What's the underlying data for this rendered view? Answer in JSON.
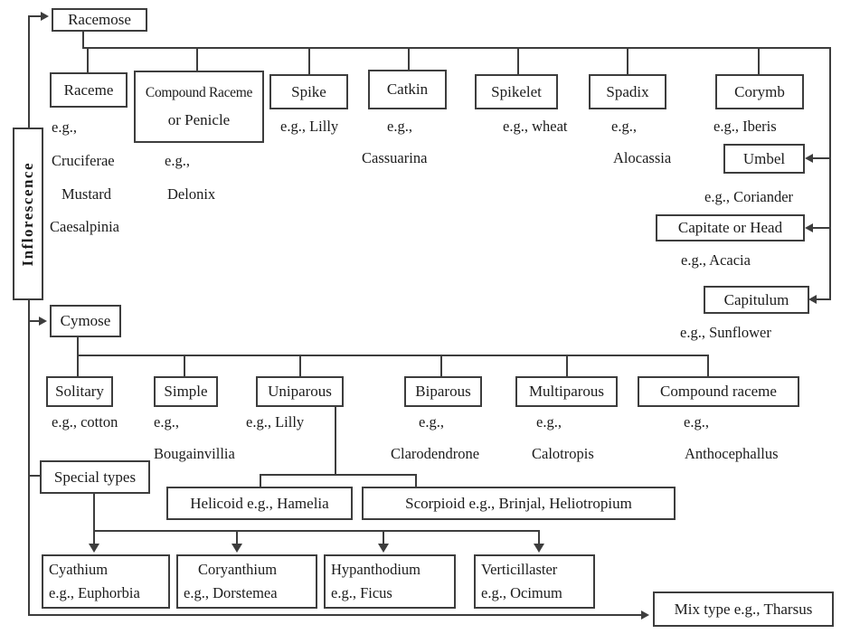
{
  "diagram": {
    "root": {
      "label": "Inflorescence"
    },
    "racemose": {
      "label": "Racemose",
      "children": {
        "raceme": {
          "label": "Raceme",
          "eg": [
            "e.g.,",
            "Cruciferae",
            "Mustard",
            "Caesalpinia"
          ]
        },
        "compound_raceme": {
          "label1": "Compound Raceme",
          "label2": "or Penicle",
          "eg": [
            "e.g.,",
            "Delonix"
          ]
        },
        "spike": {
          "label": "Spike",
          "eg": [
            "e.g., Lilly"
          ]
        },
        "catkin": {
          "label": "Catkin",
          "eg": [
            "e.g.,",
            "Cassuarina"
          ]
        },
        "spikelet": {
          "label": "Spikelet",
          "eg": [
            "e.g., wheat"
          ]
        },
        "spadix": {
          "label": "Spadix",
          "eg": [
            "e.g.,",
            "Alocassia"
          ]
        },
        "corymb": {
          "label": "Corymb",
          "eg": [
            "e.g., Iberis"
          ]
        },
        "umbel": {
          "label": "Umbel",
          "eg": [
            "e.g., Coriander"
          ]
        },
        "capitate": {
          "label": "Capitate or Head",
          "eg": [
            "e.g., Acacia"
          ]
        },
        "capitulum": {
          "label": "Capitulum",
          "eg": [
            "e.g., Sunflower"
          ]
        }
      }
    },
    "cymose": {
      "label": "Cymose",
      "children": {
        "solitary": {
          "label": "Solitary",
          "eg": [
            "e.g., cotton"
          ]
        },
        "simple": {
          "label": "Simple",
          "eg": [
            "e.g.,",
            "Bougainvillia"
          ]
        },
        "uniparous": {
          "label": "Uniparous",
          "eg": [
            "e.g., Lilly"
          ]
        },
        "biparous": {
          "label": "Biparous",
          "eg": [
            "e.g.,",
            "Clarodendrone"
          ]
        },
        "multiparous": {
          "label": "Multiparous",
          "eg": [
            "e.g.,",
            "Calotropis"
          ]
        },
        "compound_raceme": {
          "label": "Compound raceme",
          "eg": [
            "e.g.,",
            "Anthocephallus"
          ]
        },
        "helicoid": {
          "label": "Helicoid e.g., Hamelia"
        },
        "scorpioid": {
          "label": "Scorpioid e.g., Brinjal, Heliotropium"
        }
      }
    },
    "special_types": {
      "label": "Special types",
      "children": {
        "cyathium": {
          "label": "Cyathium",
          "eg": "e.g., Euphorbia"
        },
        "coryanthium": {
          "label": "Coryanthium",
          "eg": "e.g., Dorstemea"
        },
        "hypanthodium": {
          "label": "Hypanthodium",
          "eg": "e.g., Ficus"
        },
        "verticillaster": {
          "label": "Verticillaster",
          "eg": "e.g., Ocimum"
        }
      }
    },
    "mix_type": {
      "label": "Mix type e.g., Tharsus"
    }
  },
  "colors": {
    "line": "#3d3d3d",
    "border": "#3d3d3d",
    "text": "#1c1c1c",
    "background": "#ffffff"
  }
}
